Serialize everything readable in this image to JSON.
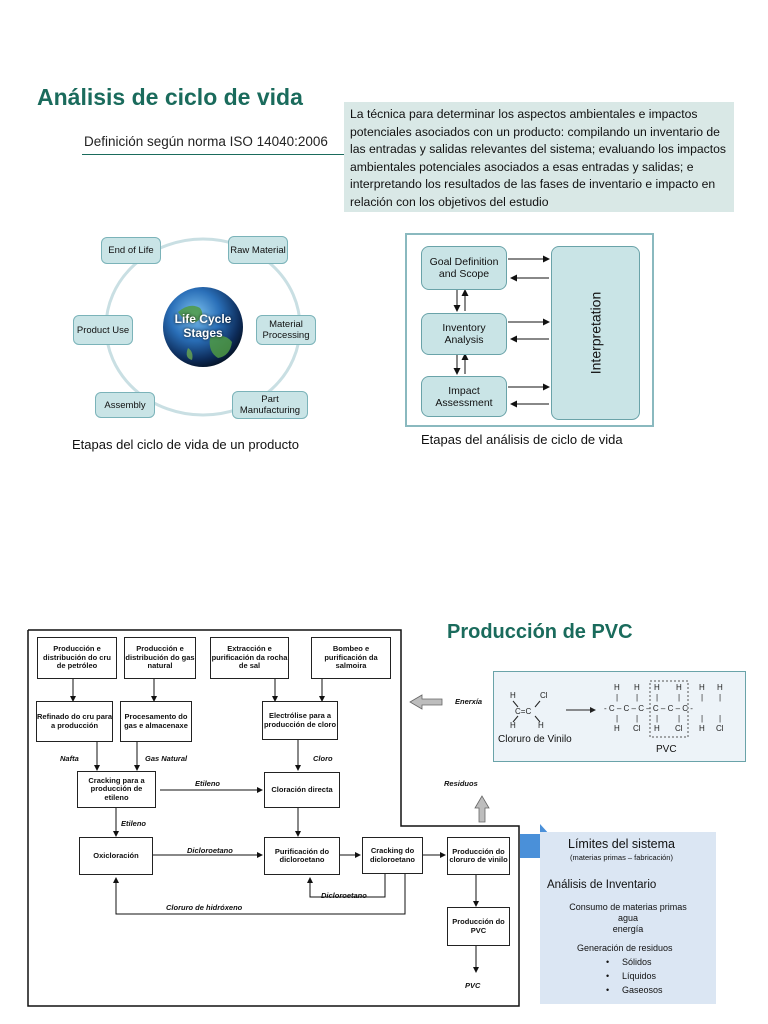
{
  "header": {
    "title": "Análisis de ciclo de vida",
    "definition_label": "Definición según norma ISO 14040:2006",
    "definition_text": "La técnica para determinar los aspectos ambientales e impactos potenciales asociados con un producto: compilando un inventario de las entradas y salidas relevantes del sistema; evaluando los impactos ambientales potenciales asociados a esas entradas y salidas; e interpretando los resultados de las fases de inventario e impacto en relación con los objetivos del estudio"
  },
  "lifecycle": {
    "center": "Life Cycle Stages",
    "stages": {
      "end_of_life": "End of Life",
      "raw_material": "Raw Material",
      "material_processing": "Material Processing",
      "part_manufacturing": "Part Manufacturing",
      "assembly": "Assembly",
      "product_use": "Product Use"
    },
    "caption": "Etapas del ciclo de vida de un producto"
  },
  "lca_phases": {
    "goal": "Goal Definition and Scope",
    "inventory": "Inventory Analysis",
    "impact": "Impact Assessment",
    "interpretation": "Interpretation",
    "caption": "Etapas del análisis de ciclo de vida"
  },
  "pvc": {
    "title": "Producción de PVC",
    "boxes": {
      "b1": "Producción e distribución do cru de petróleo",
      "b2": "Producción e distribución do gas natural",
      "b3": "Extracción e purificación da rocha de sal",
      "b4": "Bombeo e purificación da salmoira",
      "b5": "Refinado do cru para a producción",
      "b6": "Procesamento do gas e almacenaxe",
      "b7": "Electrólise para a producción de cloro",
      "b8": "Cracking para a producción de etileno",
      "b9": "Cloración directa",
      "b10": "Oxicloración",
      "b11": "Purificación do dicloroetano",
      "b12": "Cracking do dicloroetano",
      "b13": "Producción do cloruro de vinilo",
      "b14": "Producción do PVC"
    },
    "labels": {
      "nafta": "Nafta",
      "gas_natural": "Gas Natural",
      "cloro": "Cloro",
      "etileno1": "Etileno",
      "etileno2": "Etileno",
      "dicloroetano1": "Dicloroetano",
      "dicloroetano2": "Dicloroetano",
      "cloruro_hidrox": "Cloruro de hidróxeno",
      "pvc_out": "PVC",
      "enerxia": "Enerxía",
      "residuos": "Residuos"
    },
    "molecule": {
      "vinyl_label": "Cloruro de Vinilo",
      "pvc_label": "PVC"
    }
  },
  "limits": {
    "title": "Límites del sistema",
    "subtitle": "(materias primas – fabricación)",
    "inventory": "Análisis de Inventario",
    "consumo": "Consumo de materias primas",
    "agua": "agua",
    "energia": "energía",
    "generacion": "Generación de residuos",
    "solidos": "Sólidos",
    "liquidos": "Líquidos",
    "gaseosos": "Gaseosos"
  },
  "colors": {
    "accent": "#1a6b5c",
    "node_fill": "#c9e4e6",
    "limit_arrow": "#4a90d9"
  }
}
